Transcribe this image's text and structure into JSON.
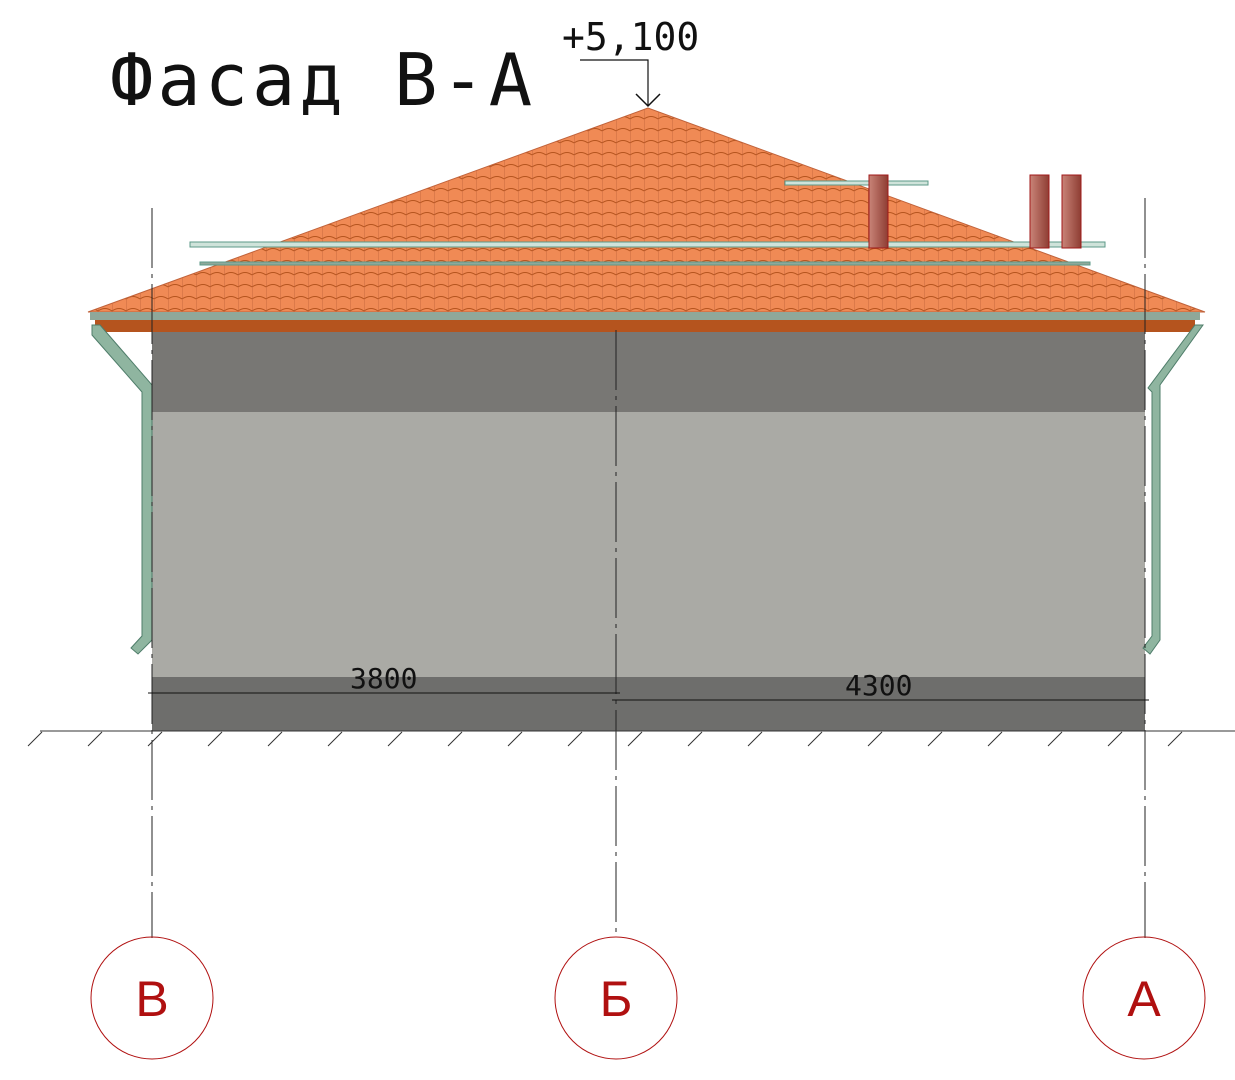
{
  "title": "Фасад В-А",
  "ridge_elevation": "+5,100",
  "dimensions": [
    {
      "value": "3800"
    },
    {
      "value": "4300"
    }
  ],
  "axes": [
    {
      "label": "В"
    },
    {
      "label": "Б"
    },
    {
      "label": "А"
    }
  ],
  "colors": {
    "roof": "#f08a55",
    "fascia": "#b5541e",
    "wall_upper": "#787774",
    "wall_main": "#aaaaa5",
    "plinth": "#6e6e6c",
    "gutter": "#8fb5a0",
    "chimney": "#9e4a40",
    "axis_label": "#b01010"
  }
}
